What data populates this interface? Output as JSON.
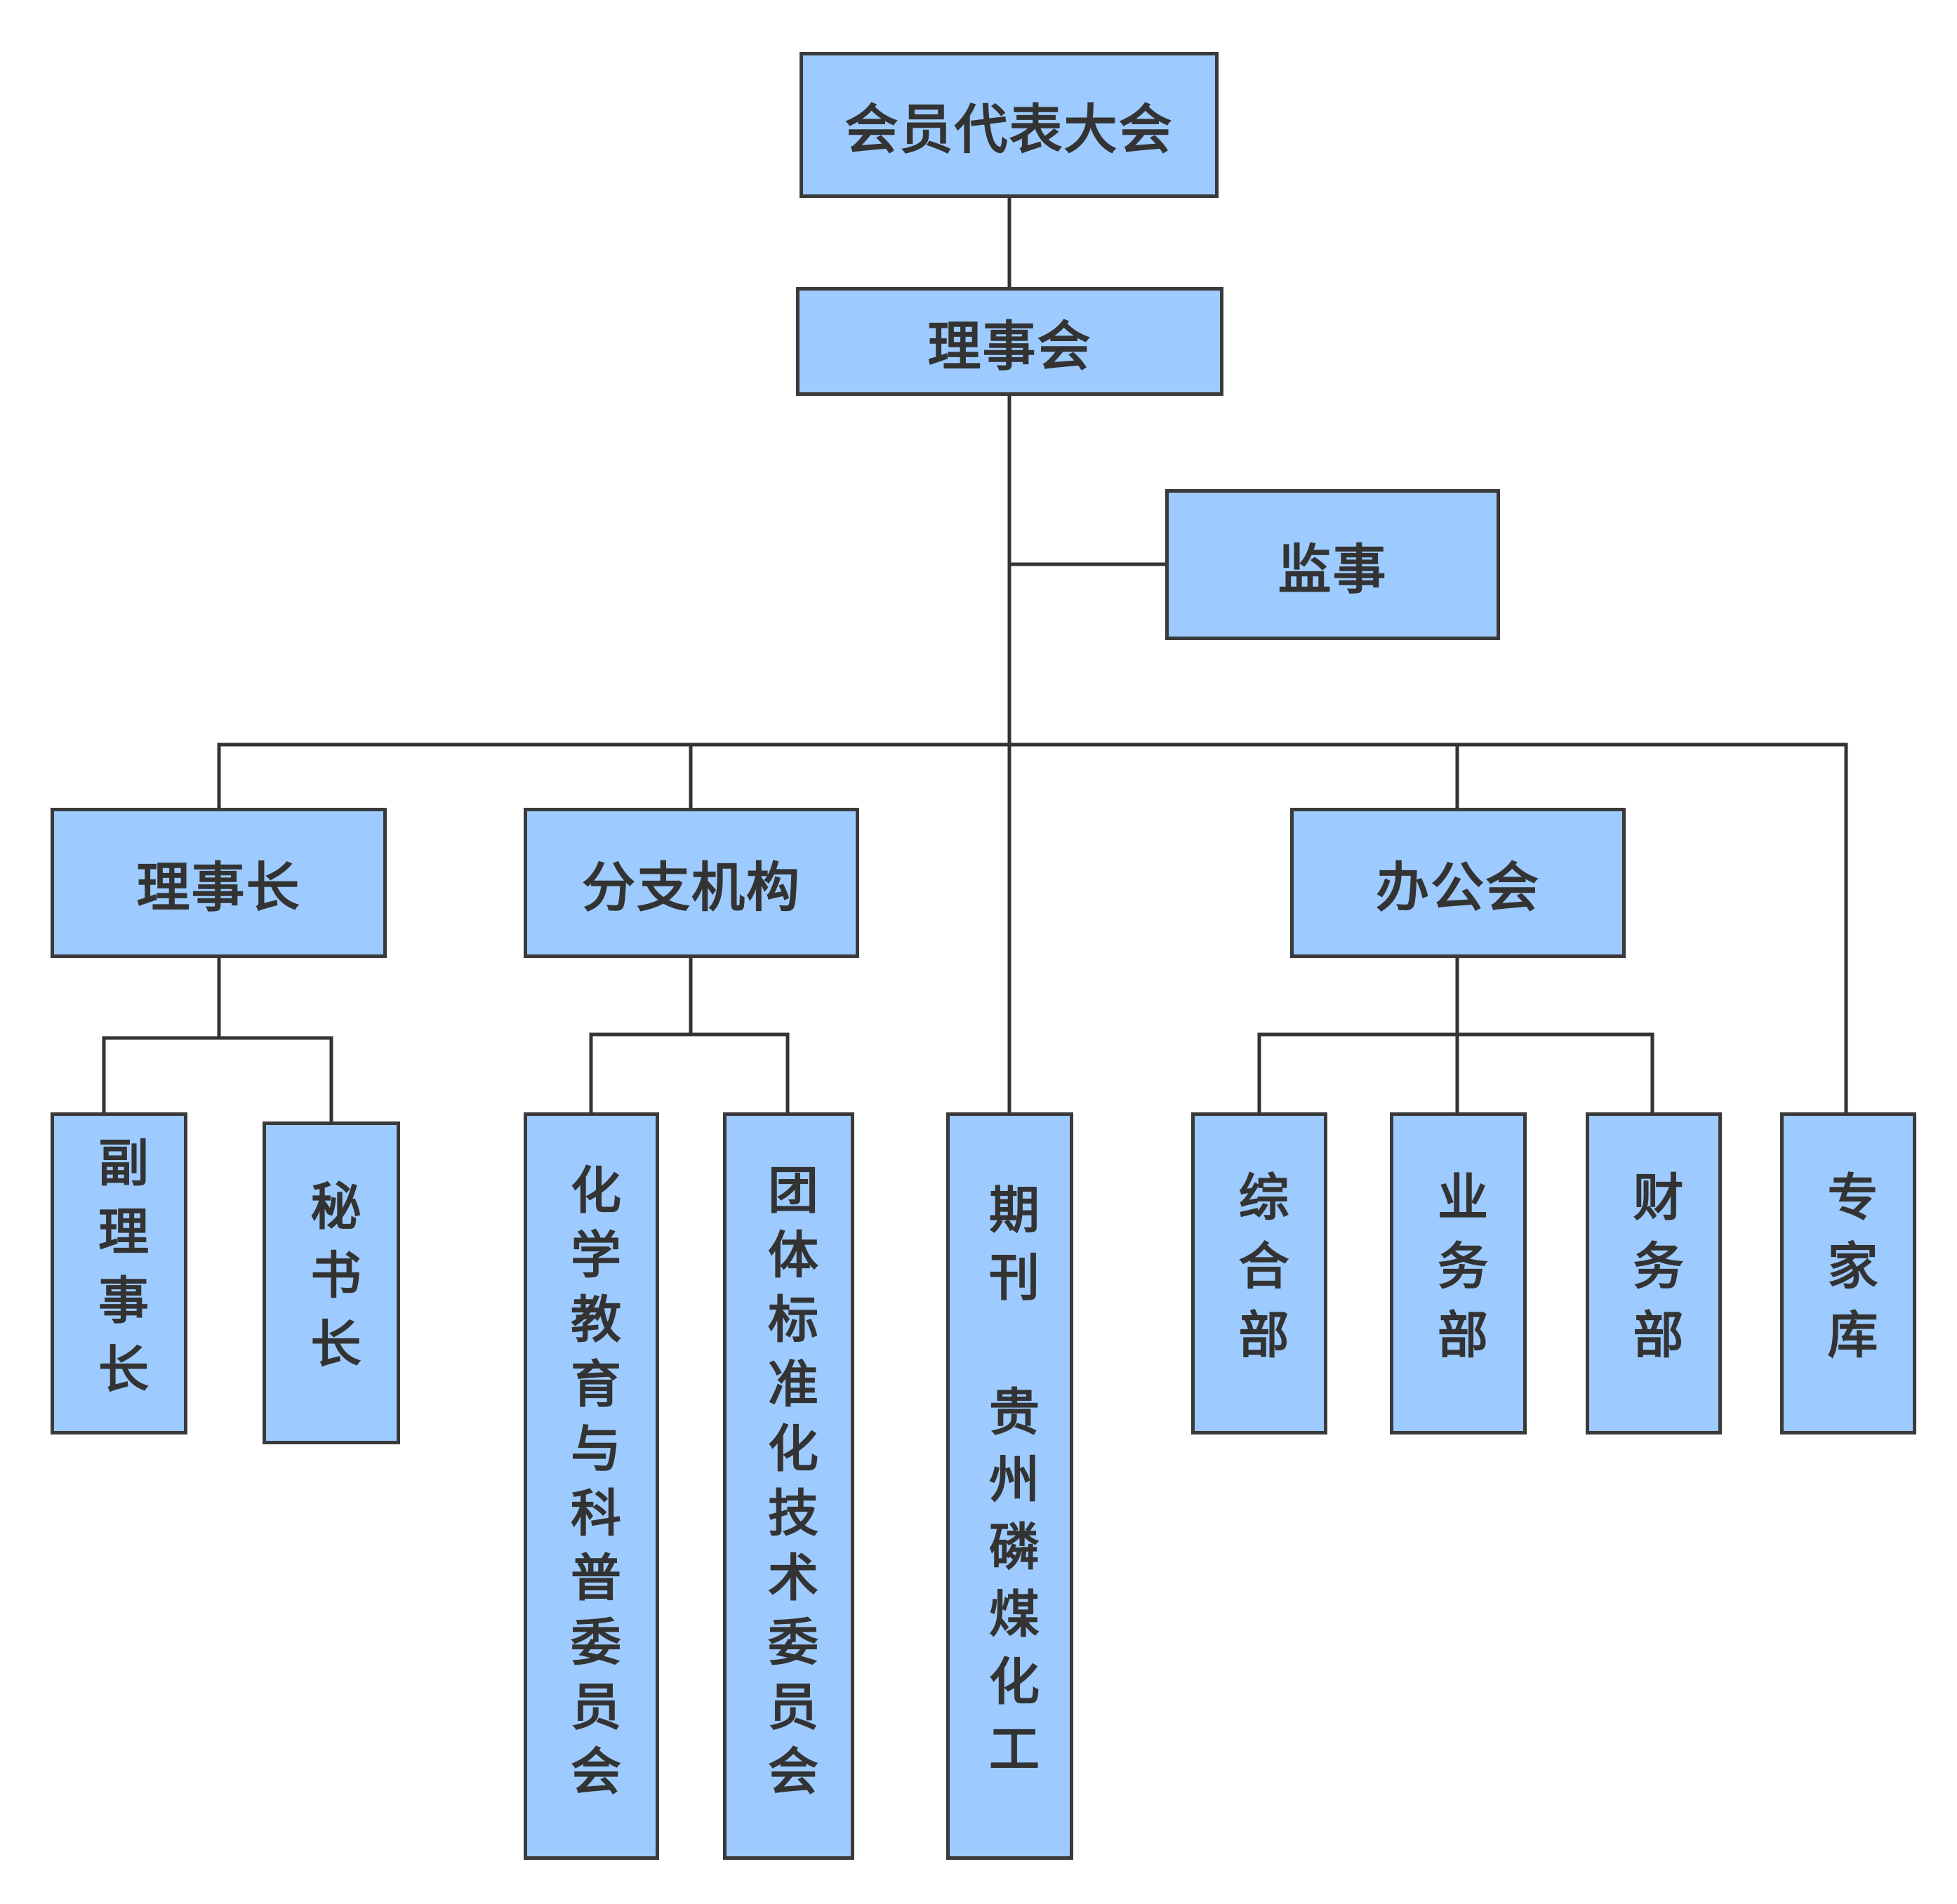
{
  "diagram": {
    "line_color": "#333333",
    "box_fill": "#9dcbff",
    "box_border": "#3a3a3a",
    "nodes": {
      "congress": "会员代表大会",
      "council": "理事会",
      "supervisor": "监事",
      "chairman": "理事长",
      "branches": "分支机构",
      "office": "办公会",
      "vice_chairman": "副理事长",
      "secretary_general": "秘书长",
      "chem_education": "化学教育与科普委员会",
      "group_standards": "团体标准化技术委员会",
      "journal": "期刊　贵州磷煤化工",
      "general_dept": "综合部",
      "business_dept": "业务部",
      "finance_dept": "财务部",
      "expert_pool": "专家库"
    }
  }
}
